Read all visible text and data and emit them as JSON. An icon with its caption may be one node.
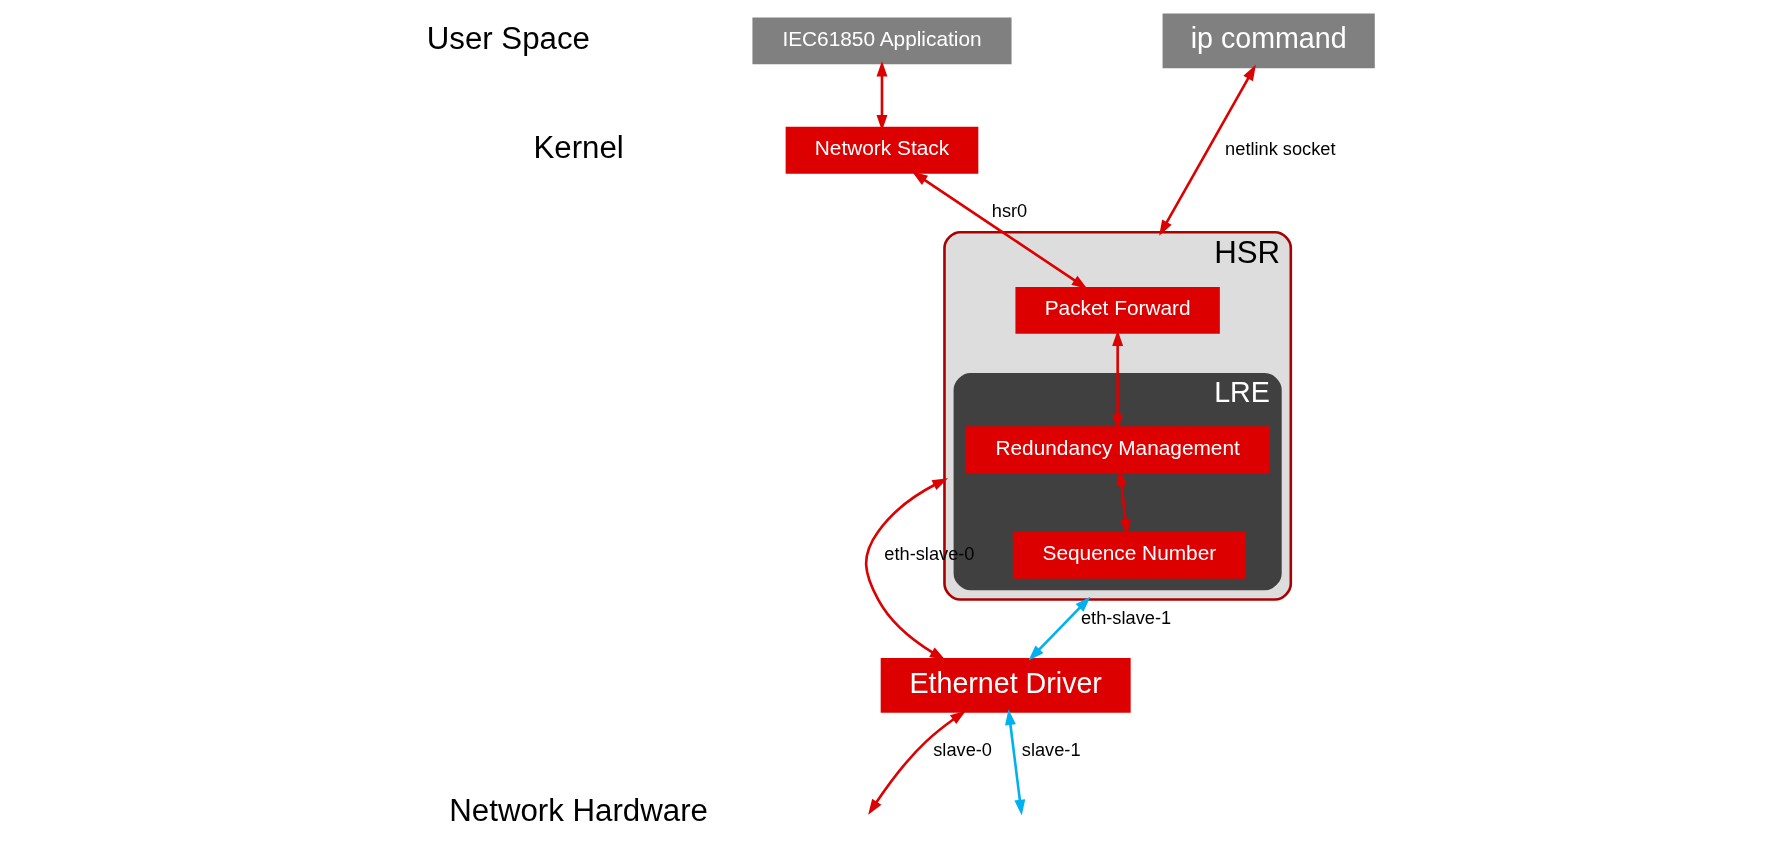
{
  "diagram": {
    "nodes": [
      {
        "text": [
          "IEC61850 Application"
        ]
      },
      {
        "text": [
          "ip command"
        ]
      },
      {
        "text": [
          "Network Stack"
        ]
      },
      {
        "text": [
          "HSR"
        ]
      },
      {
        "text": [
          "Packet Forward"
        ],
        "in": 3
      },
      {
        "text": [
          "LRE"
        ],
        "in": 3
      },
      {
        "text": [
          "Redundancy Management"
        ],
        "in": 5
      },
      {
        "text": [
          "Sequence Number"
        ],
        "in": 5
      },
      {
        "text": [
          "Ethernet Driver"
        ]
      }
    ],
    "edges": [
      {
        "from": 0,
        "to": 2,
        "arrow": "both"
      },
      {
        "from": 1,
        "to": 3,
        "arrow": "both",
        "label": "netlink socket"
      },
      {
        "from": 2,
        "to": 4,
        "arrow": "both",
        "label": "hsr0"
      },
      {
        "from": 4,
        "to": 6,
        "arrow": "both"
      },
      {
        "from": 6,
        "to": 7,
        "arrow": "both"
      },
      {
        "from": 3,
        "to": 8,
        "arrow": "both",
        "label": "eth-slave-0"
      },
      {
        "from": 3,
        "to": 8,
        "arrow": "both",
        "label": "eth-slave-1",
        "color": "#00b0f0"
      },
      {
        "from": 8,
        "to": null,
        "arrow": "both",
        "label": "slave-0"
      },
      {
        "from": 8,
        "to": null,
        "arrow": "both",
        "label": "slave-1",
        "color": "#00b0f0"
      }
    ],
    "labels": [
      "User Space",
      "Kernel",
      "Network Hardware"
    ]
  }
}
